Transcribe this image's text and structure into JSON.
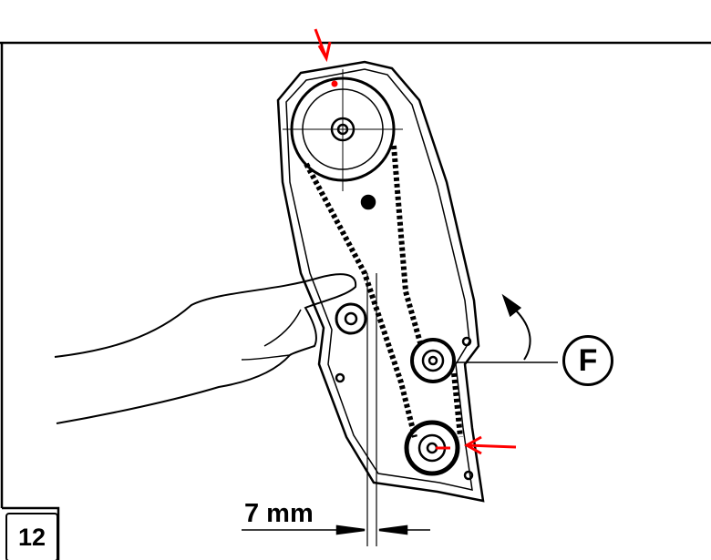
{
  "figure": {
    "number": "12",
    "dimension_label": "7 mm",
    "callout_label": "F",
    "colors": {
      "ink": "#000000",
      "marker": "#ff0000",
      "background": "#ffffff"
    }
  }
}
